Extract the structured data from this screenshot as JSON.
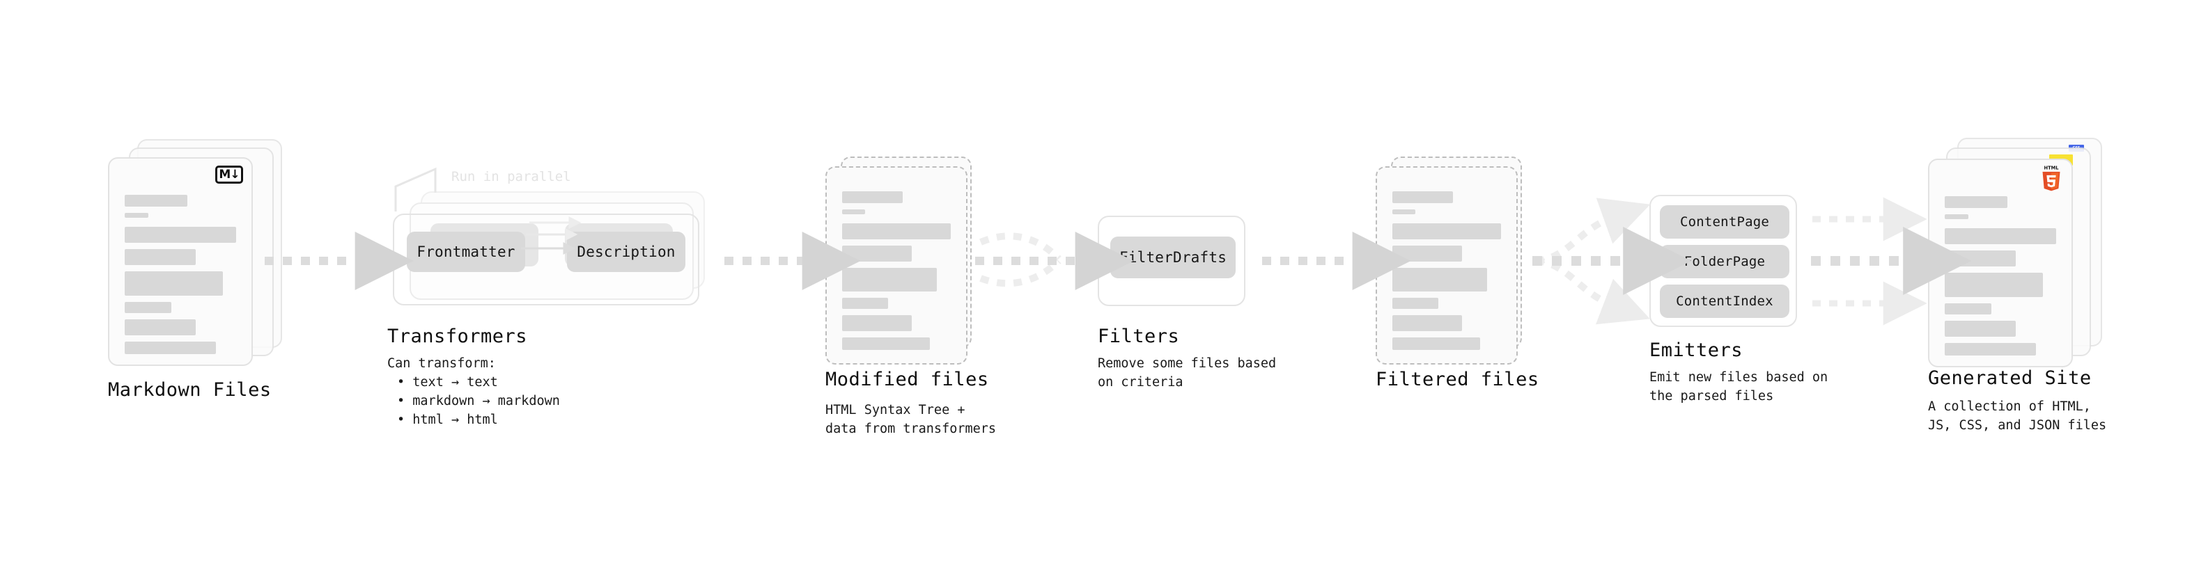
{
  "diagram": {
    "title_font_note": "monospace",
    "background": "#ffffff",
    "accent_colors": {
      "skeleton": "#d8d8d8",
      "chip": "#d9d9d9",
      "arrow": "#d4d4d4",
      "arrow_faint": "#ececec",
      "card_border": "#e2e2e2",
      "dashed_border": "#bdbdbd",
      "html5": "#e44d26",
      "js": "#f7df1e",
      "css": "#264de4"
    }
  },
  "stages": [
    {
      "id": "markdown-files",
      "title": "Markdown Files",
      "description": "",
      "badge": "markdown-icon",
      "badge_label": "M↓",
      "card_style": "solid",
      "stack_count": 3
    },
    {
      "id": "transformers",
      "title": "Transformers",
      "description": "Can transform:",
      "note": "Run in parallel",
      "bullets": [
        "• text → text",
        "• markdown → markdown",
        "• html → html"
      ],
      "chips": [
        "Frontmatter",
        "Description"
      ],
      "stack_count": 3
    },
    {
      "id": "modified-files",
      "title": "Modified files",
      "description": "HTML Syntax Tree +\ndata from transformers",
      "card_style": "dashed",
      "stack_count": 2
    },
    {
      "id": "filters",
      "title": "Filters",
      "description": "Remove some files based\non criteria",
      "chips": [
        "FilterDrafts"
      ],
      "stack_count": 1
    },
    {
      "id": "filtered-files",
      "title": "Filtered files",
      "description": "",
      "card_style": "dashed",
      "stack_count": 2
    },
    {
      "id": "emitters",
      "title": "Emitters",
      "description": "Emit new files based on\nthe parsed files",
      "chips": [
        "ContentPage",
        "FolderPage",
        "ContentIndex"
      ],
      "stack_count": 1
    },
    {
      "id": "generated-site",
      "title": "Generated Site",
      "description": "A collection of HTML,\nJS, CSS, and JSON files",
      "badges": [
        "html5-icon",
        "js-icon",
        "css-icon"
      ],
      "badge_labels": {
        "html5_top": "HTML",
        "html5_num": "5",
        "css": "CSS"
      },
      "card_style": "solid",
      "stack_count": 3
    }
  ],
  "connectors": [
    {
      "from": "markdown-files",
      "to": "transformers",
      "style": "dashed-arrow",
      "branches": 1
    },
    {
      "from": "transformers",
      "to": "modified-files",
      "style": "dashed-arrow",
      "branches": 1
    },
    {
      "from": "modified-files",
      "to": "filters",
      "style": "dashed-arrow-merge",
      "branches": 2
    },
    {
      "from": "filters",
      "to": "filtered-files",
      "style": "dashed-arrow",
      "branches": 1
    },
    {
      "from": "filtered-files",
      "to": "emitters",
      "style": "dashed-arrow-fan",
      "branches": 3
    },
    {
      "from": "emitters",
      "to": "generated-site",
      "style": "dashed-arrow-fan",
      "branches": 3
    }
  ]
}
